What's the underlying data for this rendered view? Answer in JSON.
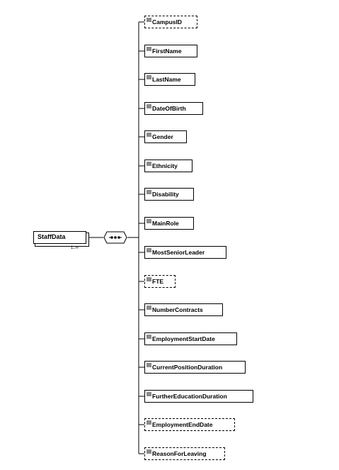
{
  "root": {
    "label": "StaffData",
    "multiplicity": "1..∞"
  },
  "sequence_icon": "sequence-compositor-icon",
  "elements": [
    {
      "label": "CampusID",
      "optional": true
    },
    {
      "label": "FirstName",
      "optional": false
    },
    {
      "label": "LastName",
      "optional": false
    },
    {
      "label": "DateOfBirth",
      "optional": false
    },
    {
      "label": "Gender",
      "optional": false
    },
    {
      "label": "Ethnicity",
      "optional": false
    },
    {
      "label": "Disability",
      "optional": false
    },
    {
      "label": "MainRole",
      "optional": false
    },
    {
      "label": "MostSeniorLeader",
      "optional": false
    },
    {
      "label": "FTE",
      "optional": true
    },
    {
      "label": "NumberContracts",
      "optional": false
    },
    {
      "label": "EmploymentStartDate",
      "optional": false
    },
    {
      "label": "CurrentPositionDuration",
      "optional": false
    },
    {
      "label": "FurtherEducationDuration",
      "optional": false
    },
    {
      "label": "EmploymentEndDate",
      "optional": true
    },
    {
      "label": "ReasonForLeaving",
      "optional": true
    }
  ]
}
